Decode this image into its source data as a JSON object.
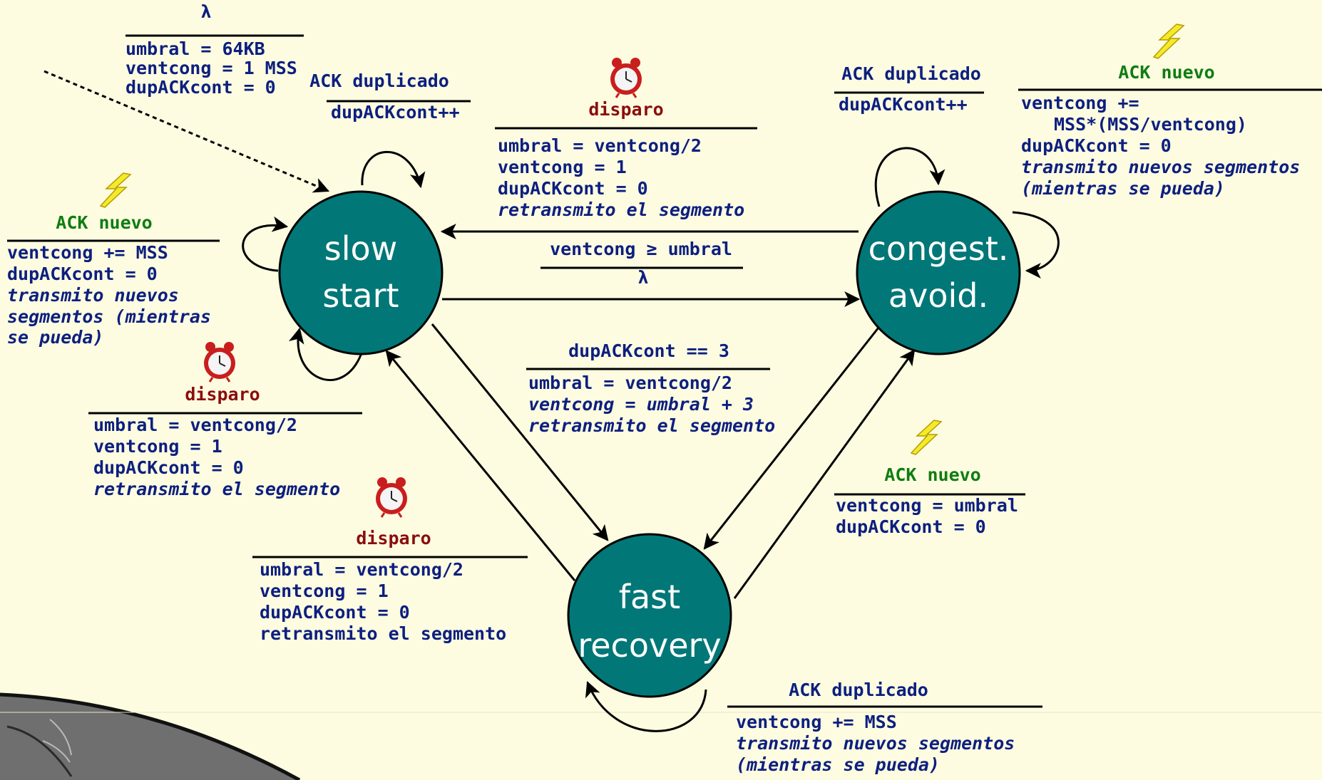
{
  "colors": {
    "background": "#fdfce1",
    "state_fill": "#027777",
    "label_text": "#0d1f7f",
    "event_red": "#8b0d0d",
    "event_green": "#0f7d12",
    "bolt": "#f5ea2a"
  },
  "states": {
    "slow_start": [
      "slow",
      "start"
    ],
    "congestion_avoidance": [
      "congest.",
      "avoid."
    ],
    "fast_recovery": [
      "fast",
      "recovery"
    ]
  },
  "init": {
    "event": "λ",
    "actions": [
      "umbral = 64KB",
      "ventcong = 1 MSS",
      "dupACKcont = 0"
    ]
  },
  "ss_self_dup": {
    "event": "ACK duplicado",
    "actions": [
      "dupACKcont++"
    ]
  },
  "ss_self_new": {
    "icon": "lightning-icon",
    "event": "ACK nuevo",
    "actions": [
      "ventcong += MSS",
      "dupACKcont = 0"
    ],
    "actions_italic": [
      "transmito nuevos",
      "segmentos (mientras",
      "se pueda)"
    ]
  },
  "ss_self_timeout": {
    "icon": "alarm-clock-icon",
    "event": "disparo",
    "actions": [
      "umbral = ventcong/2",
      "ventcong = 1",
      "dupACKcont = 0"
    ],
    "actions_italic": [
      "retransmito el segmento"
    ]
  },
  "ca_to_ss_timeout": {
    "icon": "alarm-clock-icon",
    "event": "disparo",
    "actions": [
      "umbral = ventcong/2",
      "ventcong = 1",
      "dupACKcont = 0"
    ],
    "actions_italic": [
      "retransmito el segmento"
    ]
  },
  "ss_to_ca": {
    "event": "ventcong ≥ umbral",
    "action": "λ"
  },
  "ca_self_dup": {
    "event": "ACK duplicado",
    "actions": [
      "dupACKcont++"
    ]
  },
  "ca_self_new": {
    "icon": "lightning-icon",
    "event": "ACK nuevo",
    "actions": [
      "ventcong +=",
      "MSS*(MSS/ventcong)",
      "dupACKcont = 0"
    ],
    "actions_italic": [
      "transmito nuevos segmentos",
      "(mientras se pueda)"
    ]
  },
  "to_fr_dup3": {
    "event": "dupACKcont == 3",
    "actions": [
      "umbral = ventcong/2"
    ],
    "actions_italic": [
      "ventcong = umbral + 3",
      "retransmito el segmento"
    ]
  },
  "fr_to_ca_new": {
    "icon": "lightning-icon",
    "event": "ACK nuevo",
    "actions": [
      "ventcong = umbral",
      "dupACKcont = 0"
    ]
  },
  "fr_to_ss_timeout": {
    "icon": "alarm-clock-icon",
    "event": "disparo",
    "actions": [
      "umbral = ventcong/2",
      "ventcong = 1",
      "dupACKcont = 0",
      "retransmito el segmento"
    ]
  },
  "fr_self_dup": {
    "event": "ACK duplicado",
    "actions": [
      "ventcong += MSS"
    ],
    "actions_italic": [
      "transmito nuevos segmentos",
      "(mientras se pueda)"
    ]
  }
}
